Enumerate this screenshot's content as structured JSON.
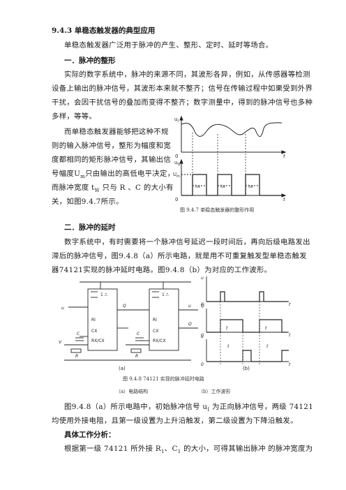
{
  "section": {
    "number": "9.4.3",
    "title": "单稳态触发器的典型应用"
  },
  "intro": "单稳态触发器广泛用于脉冲的产生、整形、定时、延时等场合。",
  "shaping": {
    "heading": "一．脉冲的整形",
    "para_lines": [
      "实际的数字系统中，脉冲的来源不同，其波形各异，例如，从传感器等检测",
      "设备上输出的脉冲信号，其波形本来就不整齐；信号在传输过程中如果受到外界",
      "干扰，会因干扰信号的叠加而变得不整齐；数字测量中，得到的脉冲信号也多种",
      "多样，等等。"
    ],
    "side_lines": [
      "而单稳态触发器能够把这种不规",
      "则的输入脉冲信号，整形为幅度和宽",
      "度都相同的矩形脉冲信号，其输出信",
      "号幅度U",
      "只由输出的高低电平决定，",
      "而脉冲宽度 t",
      " 只与 R 、C 的大小有",
      "关，如图9.4.7所示。"
    ],
    "sub_m": "m",
    "sub_w": "W",
    "figure_caption": "图 9.4.7  单稳态触发器的整形作用",
    "fig_labels": {
      "ui": "u",
      "ui_sub": "I",
      "uo": "u",
      "uo_sub": "O",
      "um": "U",
      "um_sub": "m",
      "zero": "0",
      "t": "t",
      "tw": "t",
      "tw_sub": "W"
    }
  },
  "delay": {
    "heading": "二．脉冲的延时",
    "para_lines": [
      "数字系统中，有时需要将一个脉冲信号延迟一段时间后，再向后级电路发出",
      "滞后的脉冲信号，图9.4.8（a）所示电路，就是用不可重复触发型单稳态触发",
      "器74121实现的脉冲延时电路。图9.4.8（b）为对应的工作波形。"
    ],
    "figure_caption": "图 9.4.8   74121 实现的脉冲延时电路",
    "sub_a": "（a）电路结构",
    "sub_b": "（b）工作波形",
    "label_a": "(a)",
    "label_b": "(b)",
    "after_lines": [
      "图9.4.8（a）所示电路中，初始脉冲信号 u",
      " 为正向脉冲信号，两级 74121",
      "均使用外接电阻，且第一级设置为上升沿触发，第二级设置为下降沿触发。"
    ],
    "after_sub": "I"
  },
  "work": {
    "heading": "具体工作分析：",
    "line": "根据第一级 74121 所外接 R",
    "line_mid": "、C",
    "line_end": " 的大小，可得其输出脉冲     的脉冲宽度为",
    "sub1": "1"
  }
}
